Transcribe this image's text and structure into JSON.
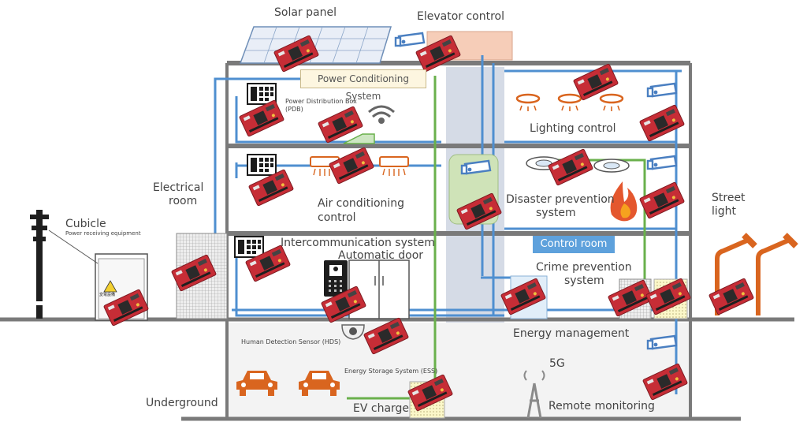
{
  "labels": {
    "solar_panel": "Solar panel",
    "elevator_control": "Elevator control",
    "power_conditioning": "Power Conditioning System",
    "pdb": "Power Distribution Box",
    "pdb_abbr": "(PDB)",
    "lighting_control": "Lighting control",
    "electrical_room_1": "Electrical",
    "electrical_room_2": "room",
    "air_conditioning_1": "Air conditioning",
    "air_conditioning_2": "control",
    "disaster_prevention_1": "Disaster prevention",
    "disaster_prevention_2": "system",
    "street_light_1": "Street",
    "street_light_2": "light",
    "cubicle": "Cubicle",
    "cubicle_sub": "Power receiving equipment",
    "intercom": "Intercommunication system",
    "automatic_door": "Automatic door",
    "control_room": "Control room",
    "crime_prevention_1": "Crime prevention",
    "crime_prevention_2": "system",
    "hds": "Human Detection Sensor (HDS)",
    "energy_management": "Energy management",
    "fiveg": "5G",
    "ess": "Energy Storage System (ESS)",
    "underground": "Underground",
    "ev_charge": "EV charge",
    "remote_monitoring": "Remote monitoring",
    "warning_sign": "変電設備"
  },
  "colors": {
    "board": "#c62d36",
    "board_dark": "#8e1c24",
    "blue_wire": "#4f8fd0",
    "green_wire": "#6ab04c",
    "structure": "#7a7a7a",
    "orange": "#d9651f",
    "shaft": "#d5dbe6"
  },
  "icons": [
    "circuit-board-icon",
    "security-camera-icon",
    "wifi-icon",
    "ceiling-light-icon",
    "fire-icon",
    "car-icon",
    "antenna-5g-icon",
    "street-light-icon",
    "intercom-icon",
    "sensor-icon"
  ]
}
